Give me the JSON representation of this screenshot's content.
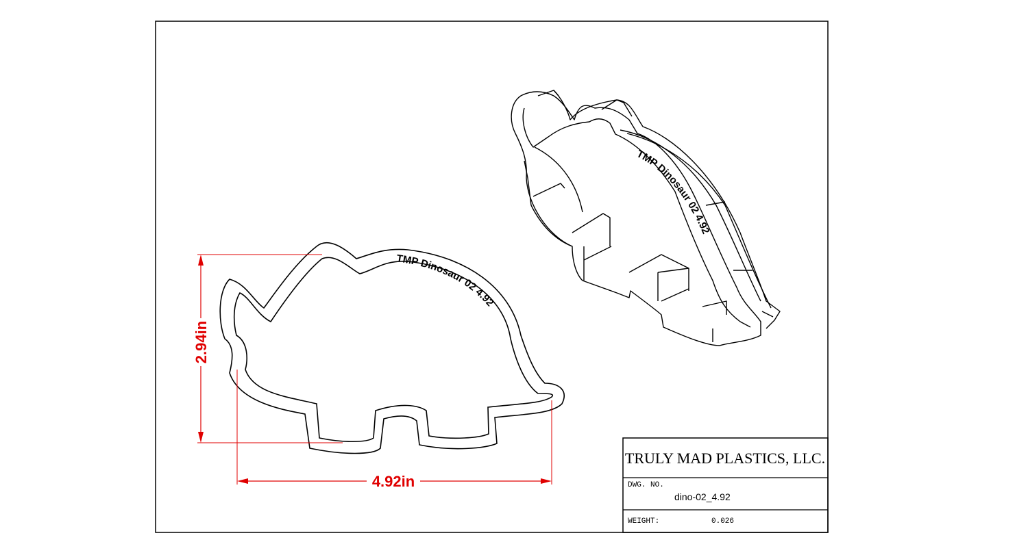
{
  "drawing": {
    "dimensions": {
      "height_label": "2.94in",
      "width_label": "4.92in",
      "color": "#e00000"
    },
    "engraving": "TMP Dinosaur 02  4.92",
    "title_block": {
      "company": "TRULY MAD PLASTICS, LLC.",
      "dwg_no_label": "DWG.  NO.",
      "dwg_no_value": "dino-02_4.92",
      "weight_label": "WEIGHT:",
      "weight_value": "0.026"
    }
  }
}
